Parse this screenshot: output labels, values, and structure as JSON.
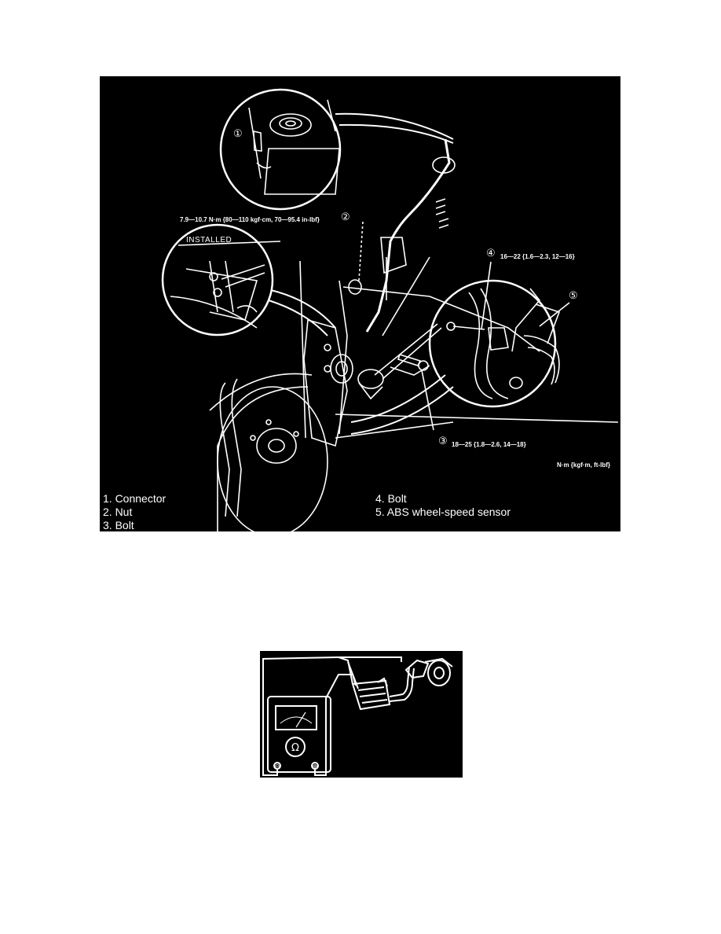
{
  "figure1": {
    "installed_label": "INSTALLED",
    "callouts": {
      "c1": "①",
      "c2": "②",
      "c3": "③",
      "c4": "④",
      "c5": "⑤"
    },
    "torque_nut": "7.9—10.7 N·m {80—110 kgf·cm, 70—95.4 in-lbf}",
    "torque_bolt4": "16—22 {1.6—2.3, 12—16}",
    "torque_bolt3": "18—25 {1.8—2.6, 14—18}",
    "units": "N·m {kgf·m, ft-lbf}",
    "legend": [
      "1. Connector",
      "2. Nut",
      "3. Bolt",
      "4. Bolt",
      "5. ABS wheel-speed sensor"
    ]
  },
  "figure2": {
    "meter_symbol": "Ω",
    "minus": "⊖",
    "plus": "⊕"
  }
}
